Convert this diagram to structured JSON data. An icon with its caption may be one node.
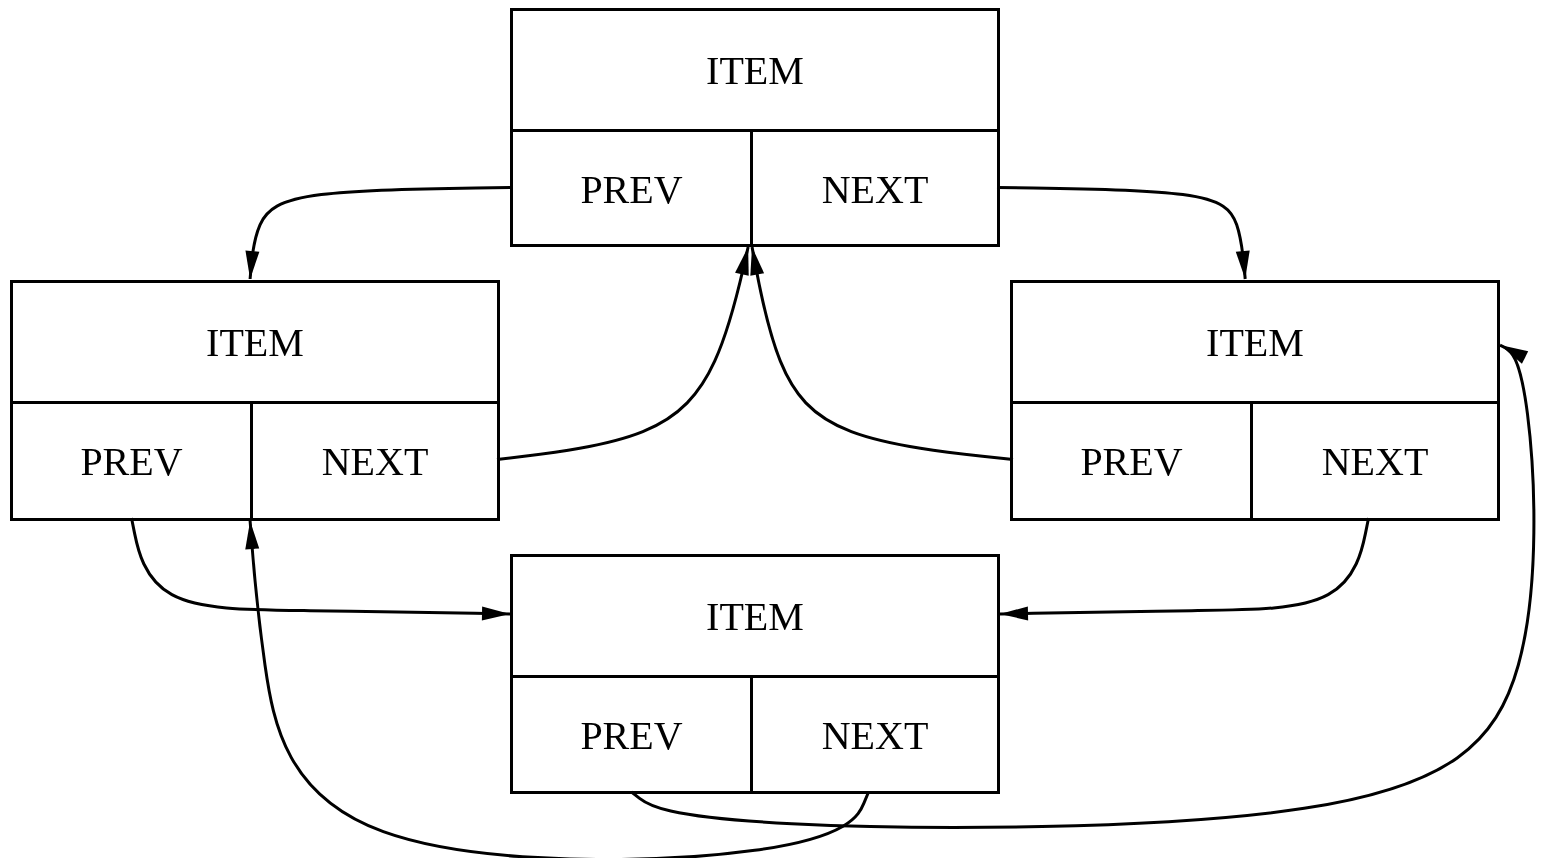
{
  "diagram": {
    "nodes": [
      {
        "text": [],
        "shape": "box"
      },
      {
        "text": [
          "ITEM"
        ],
        "in": 0
      },
      {
        "text": [
          "PREV"
        ],
        "in": 0
      },
      {
        "text": [
          "NEXT"
        ],
        "in": 0
      },
      {
        "text": [],
        "shape": "box"
      },
      {
        "text": [
          "ITEM"
        ],
        "in": 4
      },
      {
        "text": [
          "PREV"
        ],
        "in": 4
      },
      {
        "text": [
          "NEXT"
        ],
        "in": 4
      },
      {
        "text": [],
        "shape": "box"
      },
      {
        "text": [
          "ITEM"
        ],
        "in": 8
      },
      {
        "text": [
          "PREV"
        ],
        "in": 8
      },
      {
        "text": [
          "NEXT"
        ],
        "in": 8
      },
      {
        "text": [],
        "shape": "box"
      },
      {
        "text": [
          "ITEM"
        ],
        "in": 12
      },
      {
        "text": [
          "PREV"
        ],
        "in": 12
      },
      {
        "text": [
          "NEXT"
        ],
        "in": 12
      }
    ],
    "edges": [
      {
        "from": 2,
        "to": 4,
        "arrow": "to"
      },
      {
        "from": 3,
        "to": 8,
        "arrow": "to"
      },
      {
        "from": 7,
        "to": 0,
        "arrow": "to"
      },
      {
        "from": 10,
        "to": 0,
        "arrow": "to"
      },
      {
        "from": 6,
        "to": 12,
        "arrow": "to"
      },
      {
        "from": 11,
        "to": 12,
        "arrow": "to"
      },
      {
        "from": 15,
        "to": 4,
        "arrow": "to"
      },
      {
        "from": 14,
        "to": 8,
        "arrow": "to"
      }
    ]
  }
}
